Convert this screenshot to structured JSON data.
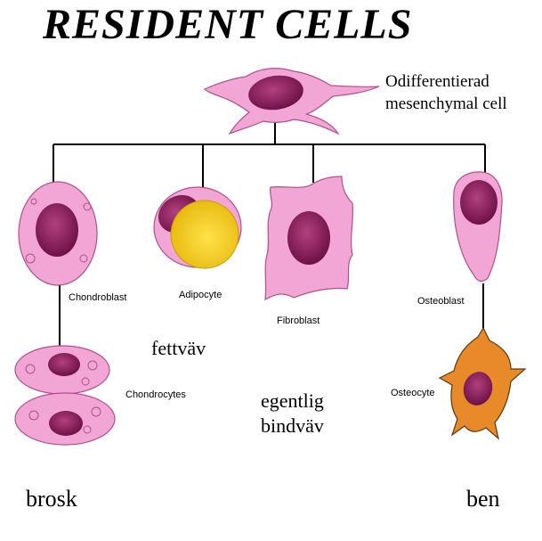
{
  "title": "RESIDENT CELLS",
  "progenitor": {
    "line1": "Odifferentierad",
    "line2": "mesenchymal cell"
  },
  "cells": {
    "chondroblast": "Chondroblast",
    "adipocyte": "Adipocyte",
    "fibroblast": "Fibroblast",
    "osteoblast": "Osteoblast",
    "chondrocytes": "Chondrocytes",
    "osteocyte": "Osteocyte"
  },
  "tissues": {
    "fettvav": "fettväv",
    "egentlig_line1": "egentlig",
    "egentlig_line2": "bindväv",
    "brosk": "brosk",
    "ben": "ben"
  },
  "colors": {
    "cytoplasm": "#f2a6d6",
    "nucleus": "#8a1d5f",
    "fat": "#f2c819",
    "osteocyte": "#e8892a",
    "line": "#000000"
  }
}
